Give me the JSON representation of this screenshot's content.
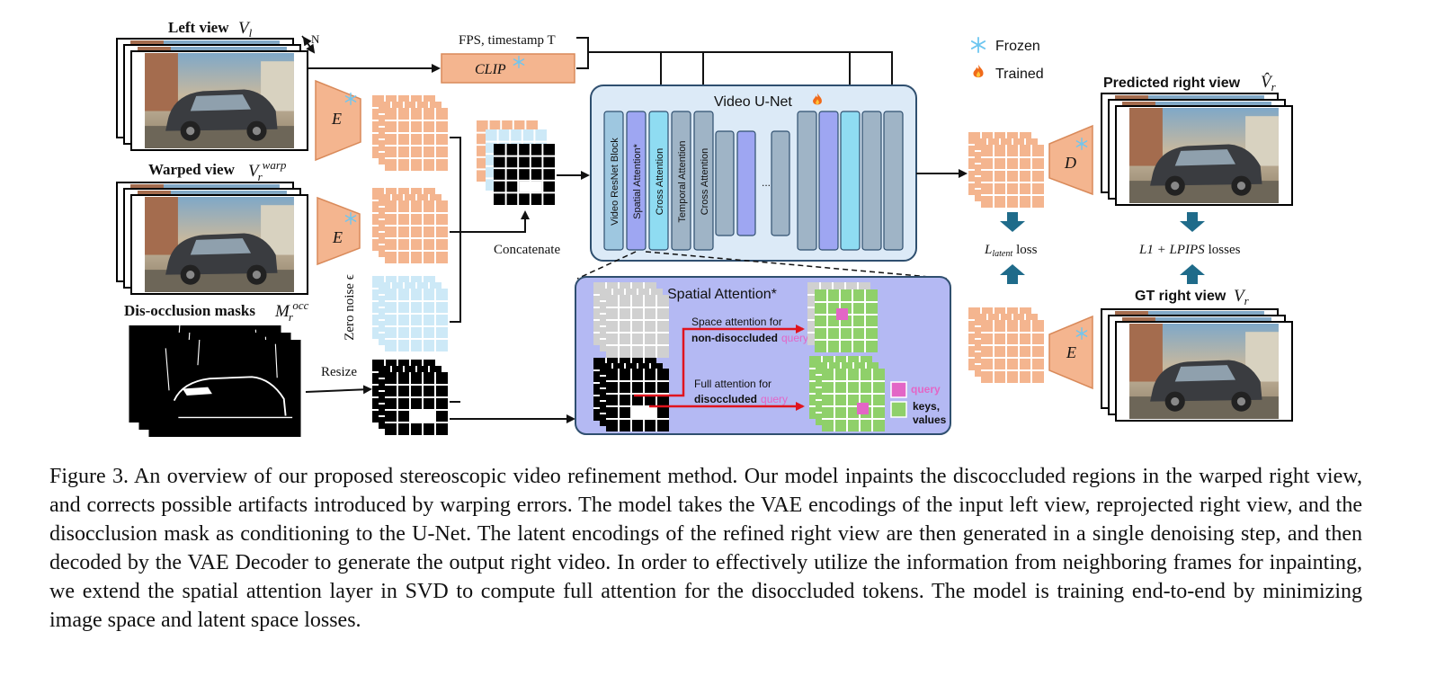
{
  "labels": {
    "left_view": "Left view",
    "left_view_math": "V",
    "left_view_sub": "l",
    "n_label": "N",
    "warped_view": "Warped view",
    "warped_math": "V",
    "warped_sub": "r",
    "warped_sup": "warp",
    "masks": "Dis-occlusion masks",
    "masks_math": "M",
    "masks_sub": "r",
    "masks_sup": "occ",
    "fps": "FPS, timestamp T",
    "clip": "CLIP",
    "encoder": "E",
    "decoder": "D",
    "zero_noise": "Zero noise ϵ",
    "resize": "Resize",
    "concatenate": "Concatenate",
    "unet_title": "Video U-Net",
    "blocks": [
      "Video ResNet Block",
      "Spatial Attention*",
      "Cross Attention",
      "Temporal Attention",
      "Cross Attention"
    ],
    "ellipsis": "...",
    "legend_frozen": "Frozen",
    "legend_trained": "Trained",
    "pred_right": "Predicted right view",
    "pred_math": "V̂",
    "pred_sub": "r",
    "latent_loss_l": "L",
    "latent_loss_sub": "latent",
    "latent_loss_txt": "loss",
    "img_loss_math": "L1 + LPIPS",
    "img_loss_txt": "losses",
    "gt_right": "GT right view",
    "gt_math": "V",
    "gt_sub": "r",
    "sa_title": "Spatial Attention*",
    "space_attn_1": "Space attention for",
    "space_attn_2": "non-disoccluded",
    "full_attn_1": "Full attention for",
    "full_attn_2": "disoccluded",
    "query": "query",
    "legend_query": "query",
    "legend_keys_1": "keys,",
    "legend_keys_2": "values"
  },
  "colors": {
    "latent": "#f4b58f",
    "latent_line": "#ffffff",
    "noise": "#cde9f7",
    "unet_bg": "#dceaf7",
    "unet_border": "#2f4f6f",
    "block_light": "#9ec7e0",
    "block_purple": "#9ea6f2",
    "block_cyan": "#8fdcf2",
    "block_gray": "#9fb4c6",
    "sa_bg": "#b4b9f3",
    "green": "#8fd06a",
    "pink": "#e366c6",
    "red": "#e0141e",
    "loss_arrow": "#1f6b8a",
    "frozen_icon": "#6ec6f0",
    "trained_icon": "#f06a1a"
  },
  "caption": "Figure 3. An overview of our proposed stereoscopic video refinement method. Our model inpaints the discoccluded regions in the warped right view, and corrects possible artifacts introduced by warping errors. The model takes the VAE encodings of the input left view, reprojected right view, and the disocclusion mask as conditioning to the U-Net. The latent encodings of the refined right view are then generated in a single denoising step, and then decoded by the VAE Decoder to generate the output right video. In order to effectively utilize the information from neighboring frames for inpainting, we extend the spatial attention layer in SVD to compute full attention for the disoccluded tokens. The model is training end-to-end by minimizing image space and latent space losses."
}
